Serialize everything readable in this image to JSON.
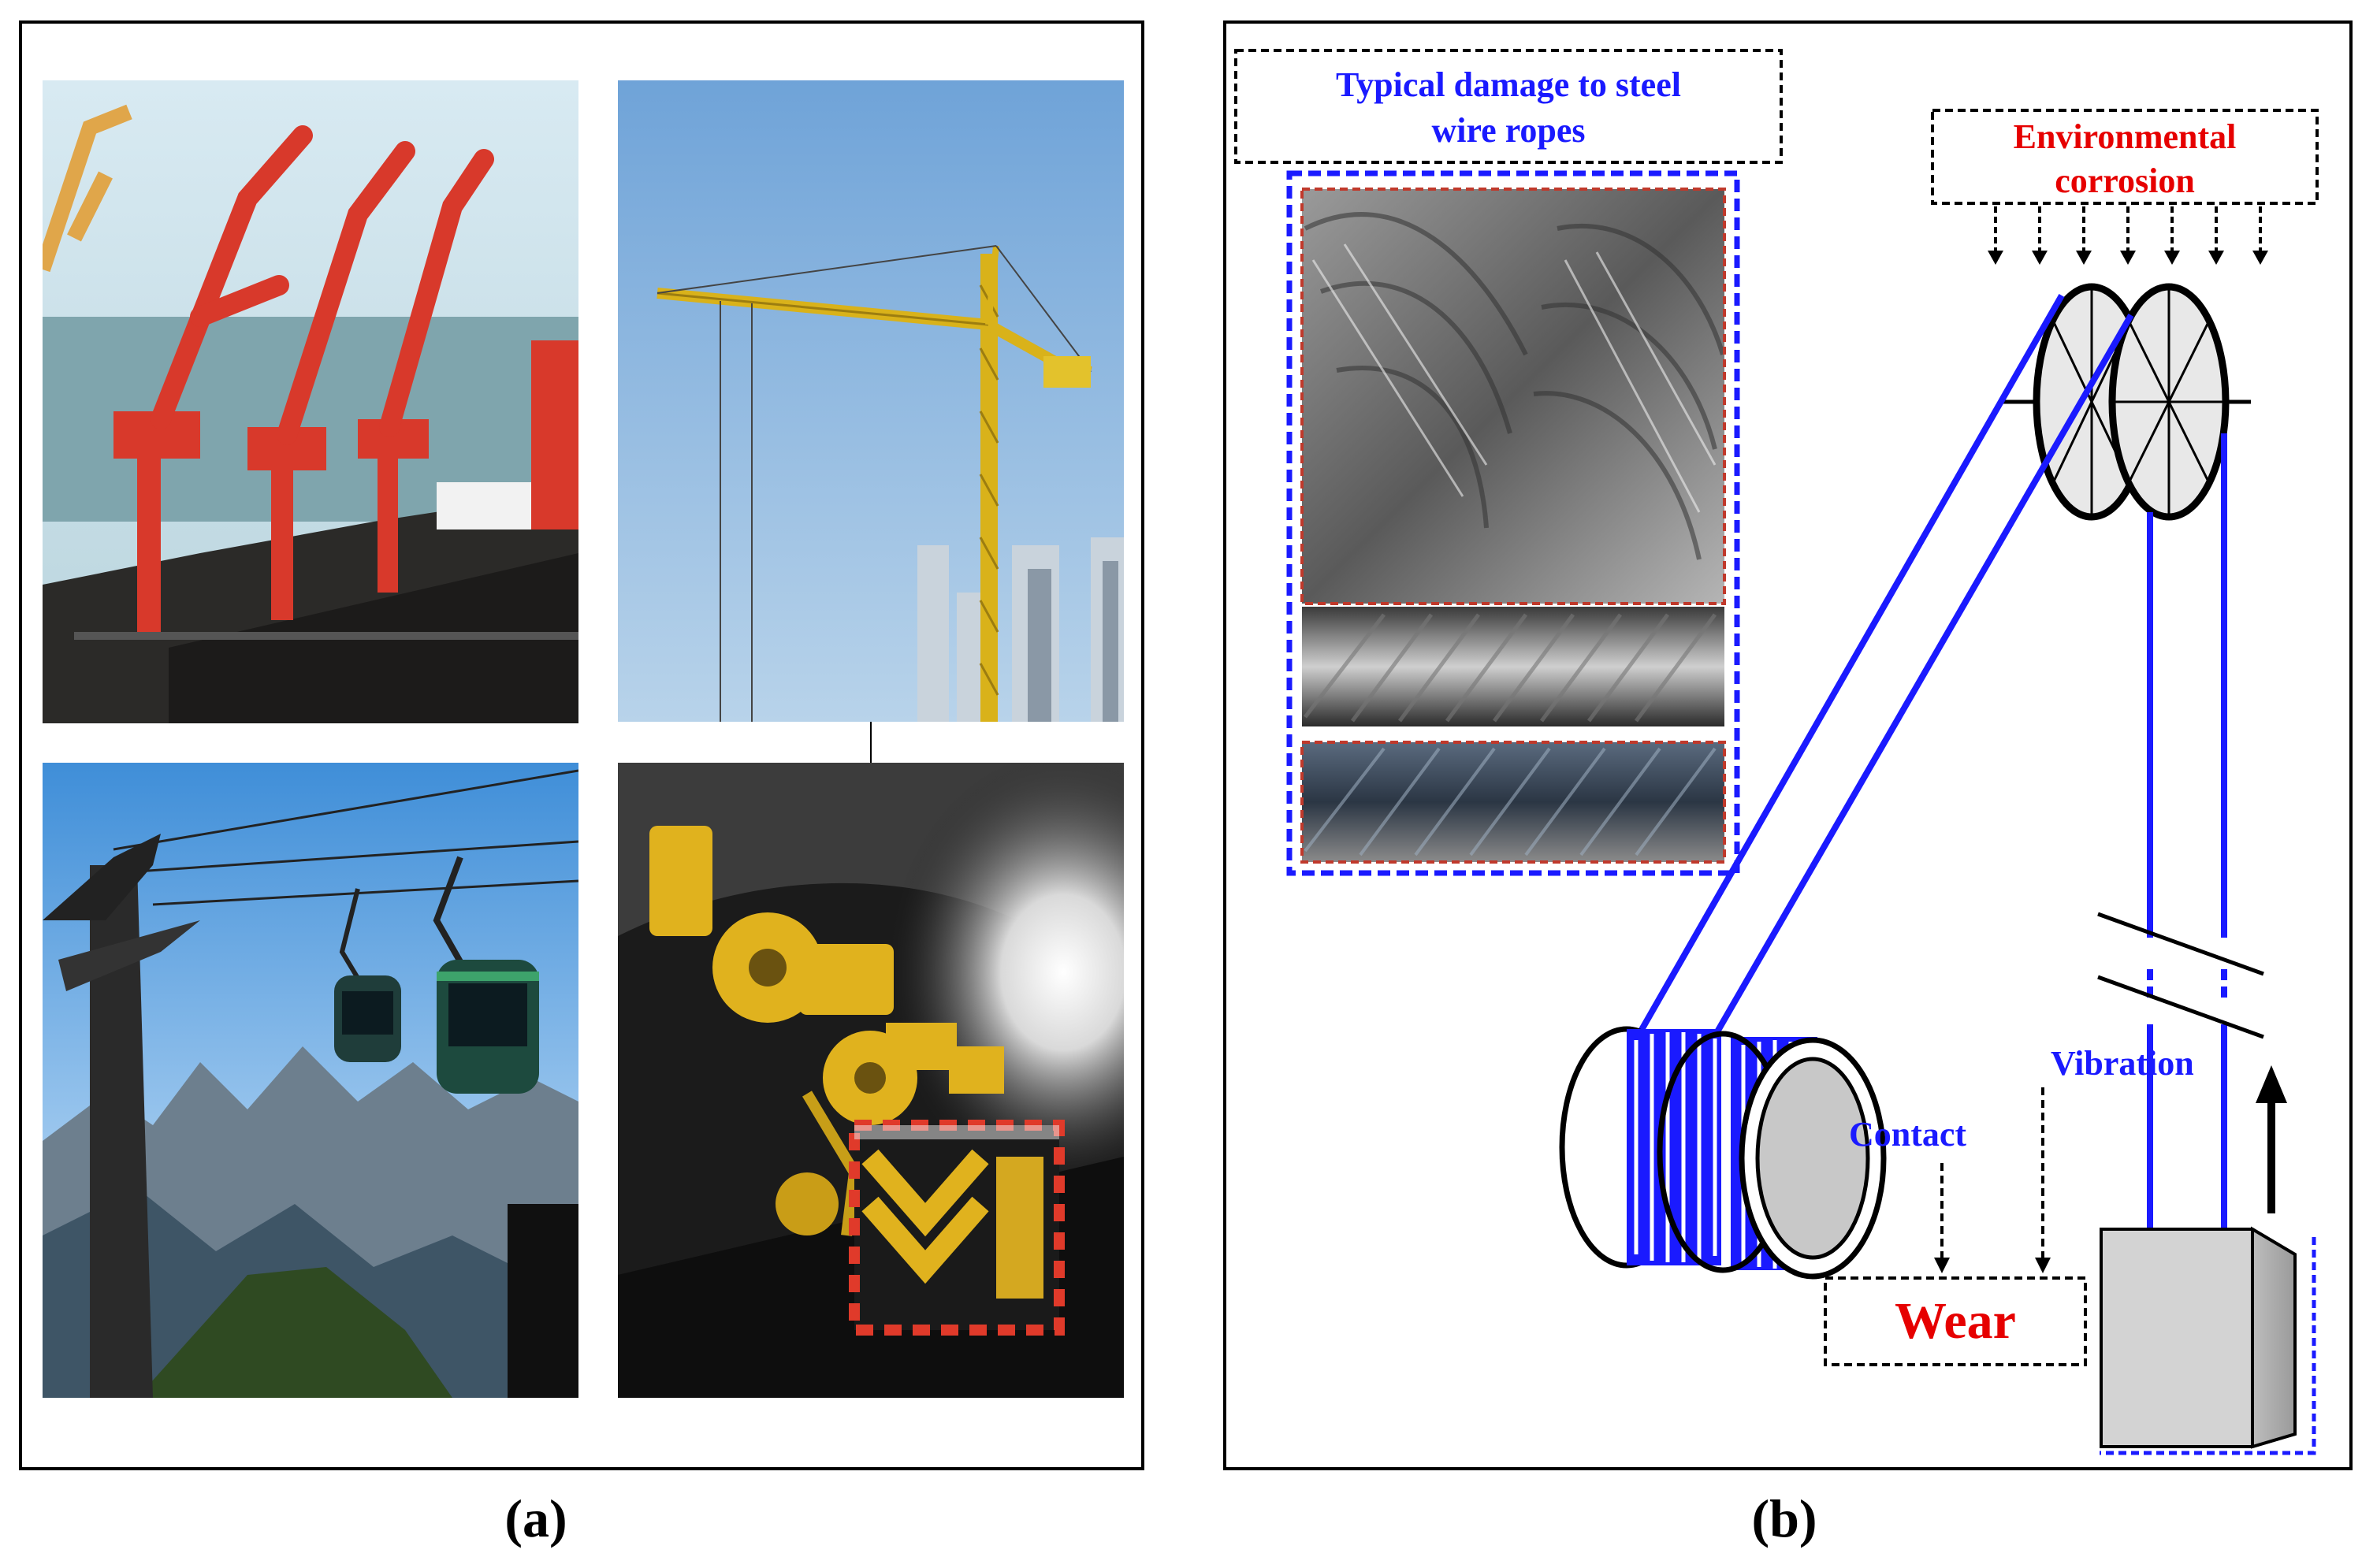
{
  "captions": {
    "a": "(a)",
    "b": "(b)"
  },
  "panel_a": {
    "photos": [
      {
        "name": "port-cranes-photo",
        "subject": "red port gantry cranes over coal piles"
      },
      {
        "name": "tower-crane-photo",
        "subject": "yellow tower crane with city skyline"
      },
      {
        "name": "cable-car-photo",
        "subject": "cable car gondolas over mountains"
      },
      {
        "name": "mine-hoist-photo",
        "subject": "yellow mine rail hoist in tunnel"
      }
    ]
  },
  "panel_b": {
    "damage_title_line1": "Typical damage to steel",
    "damage_title_line2": "wire ropes",
    "env_line1": "Environmental",
    "env_line2": "corrosion",
    "vibration": "Vibration",
    "contact": "Contact",
    "wear": "Wear"
  },
  "colors": {
    "blue_text": "#1a1aff",
    "red_text": "#e60000",
    "rope_blue": "#1a1aff"
  }
}
